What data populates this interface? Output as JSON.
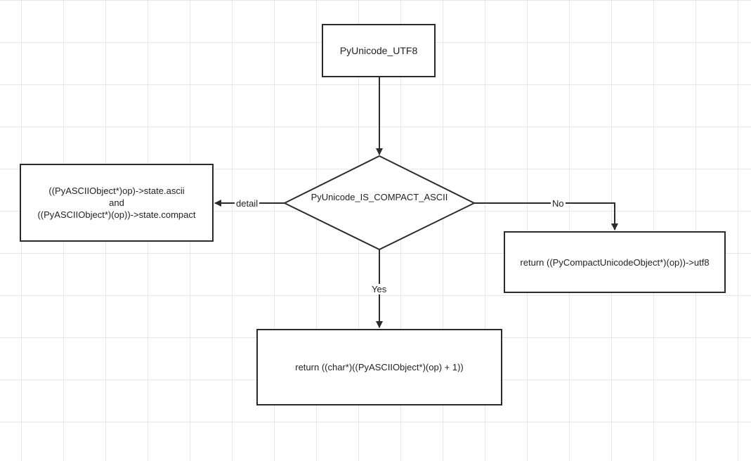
{
  "diagram": {
    "start_node": {
      "label": "PyUnicode_UTF8"
    },
    "decision_node": {
      "label": "PyUnicode_IS_COMPACT_ASCII"
    },
    "detail_node": {
      "label": "((PyASCIIObject*)op)->state.ascii\nand\n((PyASCIIObject*)(op))->state.compact"
    },
    "no_node": {
      "label": "return ((PyCompactUnicodeObject*)(op))->utf8"
    },
    "yes_node": {
      "label": "return ((char*)((PyASCIIObject*)(op) + 1))"
    },
    "edges": {
      "detail_label": "detail",
      "no_label": "No",
      "yes_label": "Yes"
    }
  }
}
